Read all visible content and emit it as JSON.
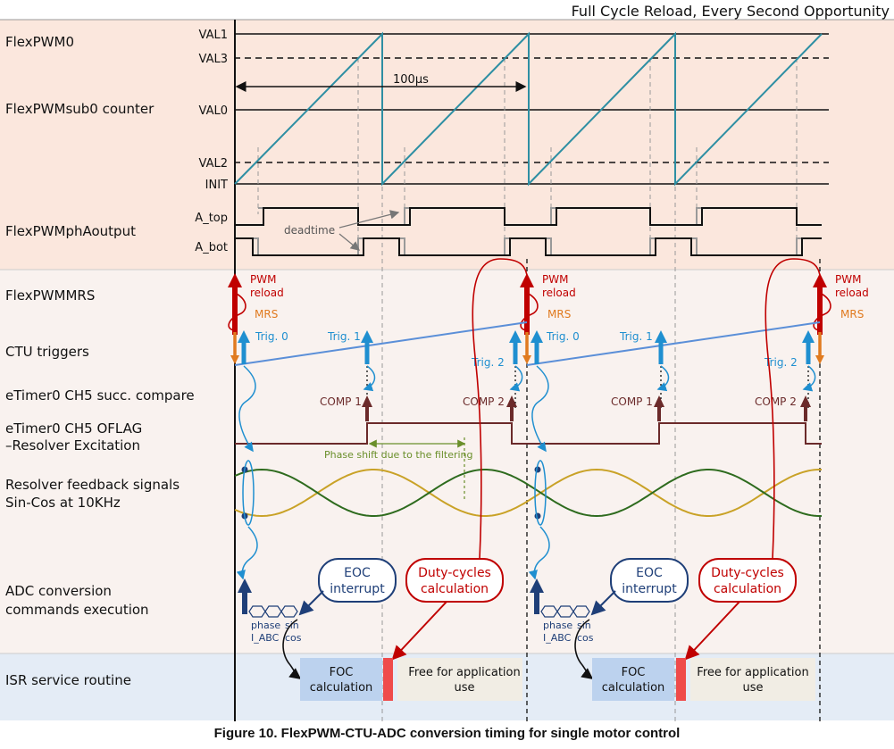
{
  "header": {
    "title": "Full Cycle Reload, Every Second Opportunity"
  },
  "rows": {
    "flexpwm0": "FlexPWM0",
    "counter": "FlexPWMsub0 counter",
    "phase_output": "FlexPWMphAoutput",
    "mrs": "FlexPWMMRS",
    "ctu": "CTU triggers",
    "etimer_compare": "eTimer0 CH5 succ. compare",
    "etimer_oflag_1": "eTimer0 CH5  OFLAG",
    "etimer_oflag_2": "–Resolver Excitation",
    "resolver_1": "Resolver feedback signals",
    "resolver_2": "Sin-Cos at 10KHz",
    "adc_1": "ADC conversion",
    "adc_2": "commands execution",
    "isr": "ISR service routine"
  },
  "levels": {
    "val1": "VAL1",
    "val3": "VAL3",
    "val0": "VAL0",
    "val2": "VAL2",
    "init": "INIT",
    "a_top": "A_top",
    "a_bot": "A_bot"
  },
  "annotations": {
    "period": "100μs",
    "deadtime": "deadtime",
    "phase_shift": "Phase shift due to the filtering",
    "pwm": "PWM",
    "reload": "reload",
    "mrs": "MRS",
    "trig0": "Trig. 0",
    "trig1": "Trig. 1",
    "trig2": "Trig. 2",
    "comp1": "COMP 1",
    "comp2": "COMP 2",
    "eoc_1": "EOC",
    "eoc_2": "interrupt",
    "duty_1": "Duty-cycles",
    "duty_2": "calculation",
    "phase": "phase",
    "iabc": "I_ABC",
    "sin": "sin",
    "cos": "cos",
    "foc_1": "FOC",
    "foc_2": "calculation",
    "free_1": "Free for application",
    "free_2": "use"
  },
  "caption": "Figure 10. FlexPWM-CTU-ADC conversion timing for single motor control",
  "colors": {
    "pink_band": "#fbe7dd",
    "light_band": "#f9f2ef",
    "blue_band": "#e4ecf6",
    "sawtooth": "#2e8fa3",
    "reload_red": "#c00000",
    "mrs_orange": "#e07a1f",
    "trigger_blue": "#1f8fd0",
    "ramp_blue": "#5b8fd8",
    "comp_brown": "#6b2a2a",
    "sin_gold": "#c9a227",
    "cos_green": "#2e6b1e",
    "adc_navy": "#1f3f78",
    "foc_fill": "#bcd2ee",
    "free_fill": "#f1ede4",
    "isr_red": "#ef4b4b",
    "phase_green": "#6a8f2a"
  }
}
